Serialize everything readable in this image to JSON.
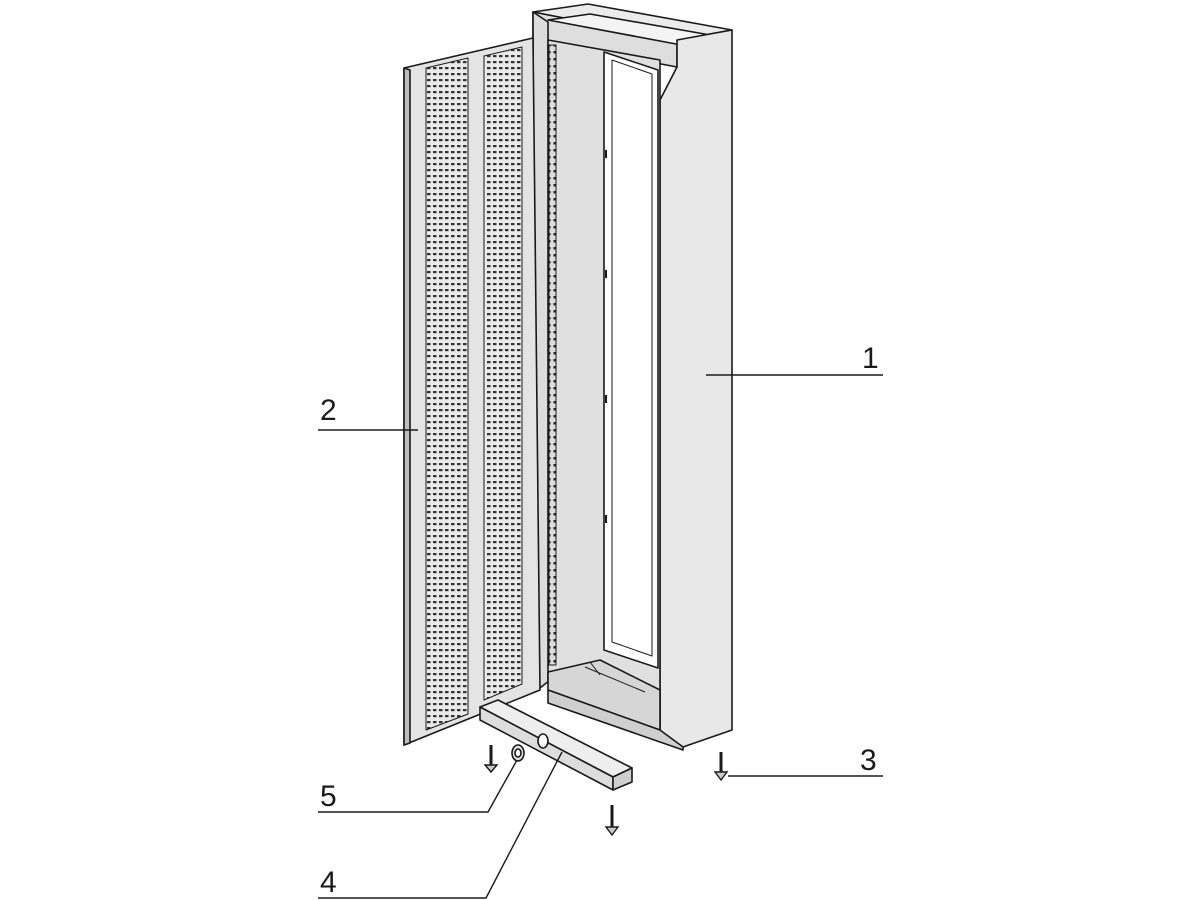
{
  "callouts": [
    {
      "id": "1",
      "label": "1"
    },
    {
      "id": "2",
      "label": "2"
    },
    {
      "id": "3",
      "label": "3"
    },
    {
      "id": "4",
      "label": "4"
    },
    {
      "id": "5",
      "label": "5"
    }
  ],
  "colors": {
    "background": "#ffffff",
    "panel_fill": "#e6e6e6",
    "panel_fill_light": "#eeeeee",
    "outline": "#1a1a1a",
    "interior_shadow": "#8c8c8c"
  }
}
